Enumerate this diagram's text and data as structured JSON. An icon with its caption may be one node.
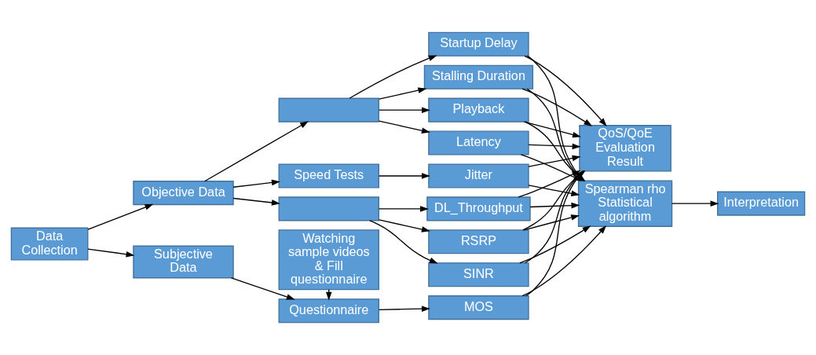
{
  "diagram": {
    "nodes": [
      {
        "text": [
          "Data Collection"
        ]
      },
      {
        "text": [
          "Objective Data"
        ]
      },
      {
        "text": [
          "Subjective Data"
        ]
      },
      {
        "text": [],
        "shape": "box"
      },
      {
        "text": [
          "Speed Tests"
        ]
      },
      {
        "text": [],
        "shape": "box"
      },
      {
        "text": [
          "Questionnaire"
        ]
      },
      {
        "text": [
          "Watching sample videos & Fill questionnaire"
        ]
      },
      {
        "text": [
          "Startup Delay"
        ]
      },
      {
        "text": [
          "Stalling Duration"
        ]
      },
      {
        "text": [
          "Playback"
        ]
      },
      {
        "text": [
          "Latency"
        ]
      },
      {
        "text": [
          "Jitter"
        ]
      },
      {
        "text": [
          "DL_Throughput"
        ]
      },
      {
        "text": [
          "RSRP"
        ]
      },
      {
        "text": [
          "SINR"
        ]
      },
      {
        "text": [
          "MOS"
        ]
      },
      {
        "text": [
          "QoS/QoE Evaluation Result"
        ]
      },
      {
        "text": [
          "Spearman rho Statistical algorithm"
        ]
      },
      {
        "text": [
          "Interpretation"
        ]
      }
    ],
    "edges": [
      {
        "from": 0,
        "to": 1,
        "arrow": "to"
      },
      {
        "from": 0,
        "to": 2,
        "arrow": "to"
      },
      {
        "from": 1,
        "to": 3,
        "arrow": "to"
      },
      {
        "from": 1,
        "to": 4,
        "arrow": "to"
      },
      {
        "from": 1,
        "to": 5,
        "arrow": "to"
      },
      {
        "from": 2,
        "to": 6,
        "arrow": "to"
      },
      {
        "from": 7,
        "to": 6,
        "arrow": "to"
      },
      {
        "from": 3,
        "to": 8,
        "arrow": "to"
      },
      {
        "from": 3,
        "to": 9,
        "arrow": "to"
      },
      {
        "from": 3,
        "to": 10,
        "arrow": "to"
      },
      {
        "from": 3,
        "to": 11,
        "arrow": "to"
      },
      {
        "from": 4,
        "to": 12,
        "arrow": "to"
      },
      {
        "from": 5,
        "to": 13,
        "arrow": "to"
      },
      {
        "from": 5,
        "to": 14,
        "arrow": "to"
      },
      {
        "from": 5,
        "to": 15,
        "arrow": "to"
      },
      {
        "from": 6,
        "to": 16,
        "arrow": "to"
      },
      {
        "from": 8,
        "to": 17,
        "arrow": "to"
      },
      {
        "from": 8,
        "to": 18,
        "arrow": "to"
      },
      {
        "from": 9,
        "to": 17,
        "arrow": "to"
      },
      {
        "from": 9,
        "to": 18,
        "arrow": "to"
      },
      {
        "from": 10,
        "to": 17,
        "arrow": "to"
      },
      {
        "from": 10,
        "to": 18,
        "arrow": "to"
      },
      {
        "from": 11,
        "to": 17,
        "arrow": "to"
      },
      {
        "from": 11,
        "to": 18,
        "arrow": "to"
      },
      {
        "from": 12,
        "to": 17,
        "arrow": "to"
      },
      {
        "from": 12,
        "to": 18,
        "arrow": "to"
      },
      {
        "from": 13,
        "to": 17,
        "arrow": "to"
      },
      {
        "from": 13,
        "to": 18,
        "arrow": "to"
      },
      {
        "from": 14,
        "to": 17,
        "arrow": "to"
      },
      {
        "from": 14,
        "to": 18,
        "arrow": "to"
      },
      {
        "from": 15,
        "to": 17,
        "arrow": "to"
      },
      {
        "from": 15,
        "to": 18,
        "arrow": "to"
      },
      {
        "from": 16,
        "to": 17,
        "arrow": "to"
      },
      {
        "from": 16,
        "to": 18,
        "arrow": "to"
      },
      {
        "from": 18,
        "to": 19,
        "arrow": "to"
      }
    ]
  }
}
